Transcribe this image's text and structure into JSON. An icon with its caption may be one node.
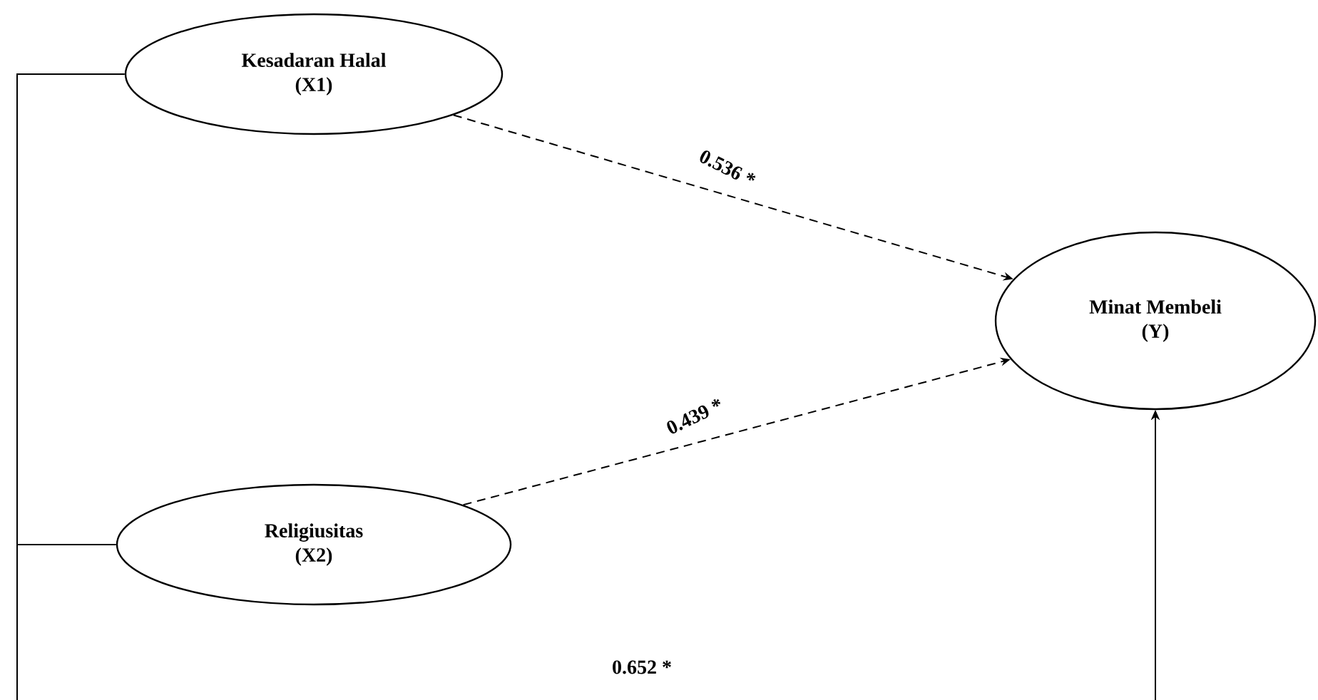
{
  "diagram": {
    "nodes": [
      {
        "text": [
          "Kesadaran Halal",
          "(X1)"
        ]
      },
      {
        "text": [
          "Religiusitas",
          "(X2)"
        ]
      },
      {
        "text": [
          "Minat Membeli",
          "(Y)"
        ]
      }
    ],
    "edges": [
      {
        "from": 0,
        "to": 2,
        "arrow": "to",
        "style": "dashed",
        "label": "0.536 *"
      },
      {
        "from": 1,
        "to": 2,
        "arrow": "to",
        "style": "dashed",
        "label": "0.439 *"
      },
      {
        "from": 0,
        "to": 2,
        "arrow": "to",
        "label": "0.652 *"
      },
      {
        "from": 1,
        "to": 2,
        "arrow": "to"
      }
    ]
  }
}
